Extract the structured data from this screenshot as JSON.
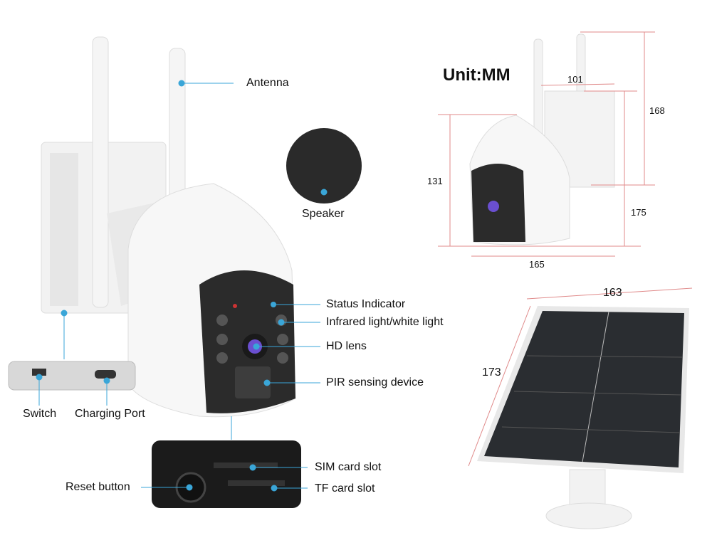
{
  "labels": {
    "antenna": "Antenna",
    "speaker": "Speaker",
    "status_indicator": "Status Indicator",
    "infrared_light": "Infrared light/white light",
    "hd_lens": "HD lens",
    "pir": "PIR sensing device",
    "switch": "Switch",
    "charging_port": "Charging Port",
    "reset_button": "Reset button",
    "sim_slot": "SIM card slot",
    "tf_slot": "TF card slot"
  },
  "dimensions": {
    "unit": "Unit:MM",
    "width_mount": "101",
    "height_mount": "168",
    "height_camera": "131",
    "height_total": "175",
    "depth": "165",
    "panel_width": "163",
    "panel_height": "173"
  },
  "colors": {
    "callout": "#3aa6d8",
    "dimension": "#e08a8a"
  }
}
